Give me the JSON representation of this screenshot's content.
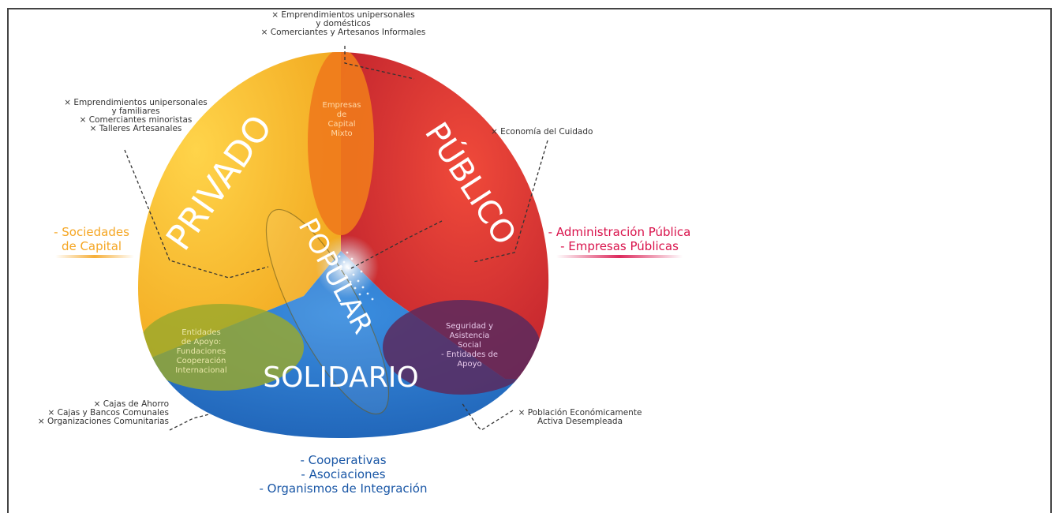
{
  "sectors": {
    "privado": "PRIVADO",
    "publico": "PÚBLICO",
    "solidario": "SOLIDARIO",
    "popular": "POPULAR"
  },
  "overlaps": {
    "mixto": "Empresas\nde\nCapital\nMixto",
    "apoyo_privado": "Entidades\nde Apoyo:\nFundaciones\nCooperación\nInternacional",
    "seguridad": "Seguridad y\nAsistencia\nSocial\n- Entidades de\nApoyo"
  },
  "notes": {
    "top": "× Emprendimientos unipersonales\ny domésticos\n× Comerciantes y Artesanos Informales",
    "top_left": "× Emprendimientos unipersonales\ny familiares\n× Comerciantes minoristas\n× Talleres Artesanales",
    "top_right": "× Economía del Cuidado",
    "bottom_left": "× Cajas de Ahorro\n× Cajas y Bancos Comunales\n× Organizaciones Comunitarias",
    "bottom_right": "× Población Económicamente\nActiva Desempleada"
  },
  "categories": {
    "privado": "- Sociedades\nde Capital",
    "publico": "- Administración Pública\n- Empresas Públicas",
    "solidario": "- Cooperativas\n- Asociaciones\n- Organismos de Integración"
  },
  "colors": {
    "privado": "#f6b21a",
    "publico": "#d42a2a",
    "solidario": "#1f73c6",
    "orange_text": "#f5a623",
    "red_text": "#d9124b",
    "blue_text": "#1a57a6"
  }
}
